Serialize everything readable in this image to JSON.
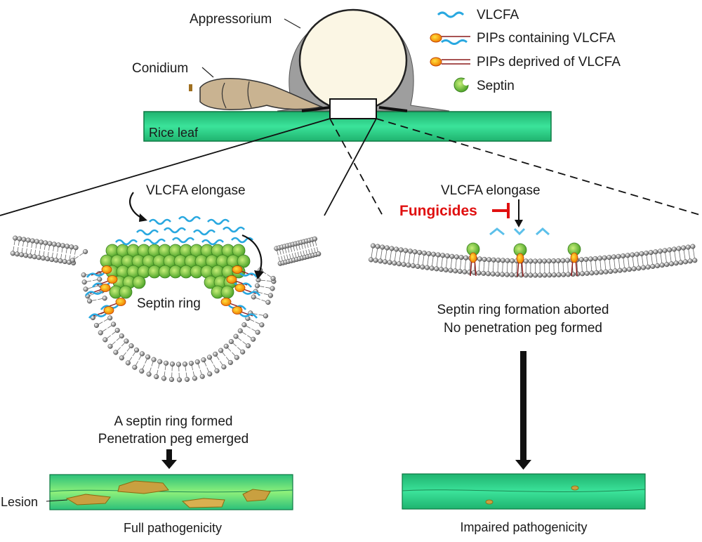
{
  "top": {
    "appressorium_label": "Appressorium",
    "conidium_label": "Conidium",
    "rice_leaf_label": "Rice leaf"
  },
  "legend": {
    "items": [
      {
        "icon": "vlcfa-wave-icon",
        "label": "VLCFA"
      },
      {
        "icon": "pip-with-vlcfa-icon",
        "label": "PIPs containing VLCFA"
      },
      {
        "icon": "pip-without-vlcfa-icon",
        "label": "PIPs deprived of VLCFA"
      },
      {
        "icon": "septin-icon",
        "label": "Septin"
      }
    ]
  },
  "left_panel": {
    "elongase_label": "VLCFA elongase",
    "ring_label": "Septin ring",
    "outcome_line1": "A septin ring formed",
    "outcome_line2": "Penetration peg emerged",
    "lesion_label": "Lesion",
    "result_label": "Full pathogenicity"
  },
  "right_panel": {
    "elongase_label": "VLCFA elongase",
    "inhibitor_label": "Fungicides",
    "outcome_line1": "Septin ring formation aborted",
    "outcome_line2": "No penetration peg formed",
    "result_label": "Impaired pathogenicity"
  },
  "colors": {
    "vlcfa": "#29a8e0",
    "septin": "#7cc242",
    "pip_head": "#f5a800",
    "pip_tail": "#8b1a1a",
    "leaf": "#2ecf8a",
    "lesion": "#c9a040",
    "fungicide": "#e01010"
  }
}
